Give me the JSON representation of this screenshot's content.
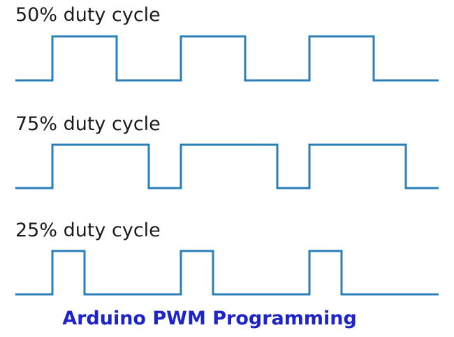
{
  "labels": {
    "duty_50": "50% duty cycle",
    "duty_75": "75% duty cycle",
    "duty_25": "25% duty cycle"
  },
  "caption": "Arduino PWM Programming",
  "colors": {
    "wave": "#2a7fb8",
    "label": "#1a1a1a",
    "caption": "#1f24c8"
  },
  "waveforms": [
    {
      "name": "duty-50",
      "duty_cycle": 0.5,
      "cycles": 3
    },
    {
      "name": "duty-75",
      "duty_cycle": 0.75,
      "cycles": 3
    },
    {
      "name": "duty-25",
      "duty_cycle": 0.25,
      "cycles": 3
    }
  ]
}
